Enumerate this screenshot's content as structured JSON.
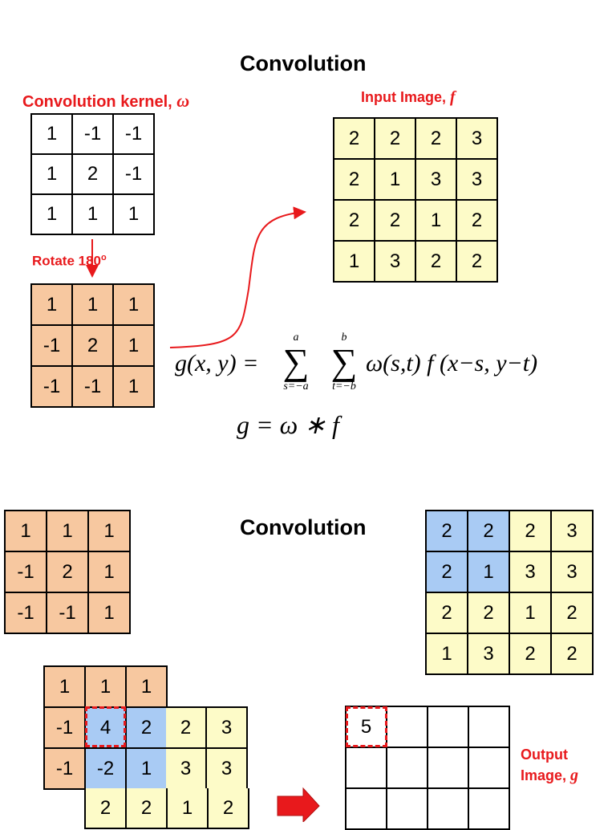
{
  "top": {
    "title": "Convolution",
    "kernel_label_text": "Convolution kernel, ",
    "kernel_label_symbol": "ω",
    "input_label_text": "Input Image, ",
    "input_label_symbol": "f",
    "rotate_label": "Rotate 180",
    "rotate_sup": "o",
    "kernel": [
      [
        "1",
        "-1",
        "-1"
      ],
      [
        "1",
        "2",
        "-1"
      ],
      [
        "1",
        "1",
        "1"
      ]
    ],
    "rotated_kernel": [
      [
        "1",
        "1",
        "1"
      ],
      [
        "-1",
        "2",
        "1"
      ],
      [
        "-1",
        "-1",
        "1"
      ]
    ],
    "input_image": [
      [
        "2",
        "2",
        "2",
        "3"
      ],
      [
        "2",
        "1",
        "3",
        "3"
      ],
      [
        "2",
        "2",
        "1",
        "2"
      ],
      [
        "1",
        "3",
        "2",
        "2"
      ]
    ],
    "formula": {
      "lhs": "g(x, y) =",
      "sum1_top": "a",
      "sum1_bottom": "s=−a",
      "sum2_top": "b",
      "sum2_bottom": "t=−b",
      "rhs": "ω(s,t) f (x−s, y−t)",
      "short": "g = ω ∗ f"
    }
  },
  "bottom": {
    "title": "Convolution",
    "kernel": [
      [
        "1",
        "1",
        "1"
      ],
      [
        "-1",
        "2",
        "1"
      ],
      [
        "-1",
        "-1",
        "1"
      ]
    ],
    "input_image": [
      [
        "2",
        "2",
        "2",
        "3"
      ],
      [
        "2",
        "1",
        "3",
        "3"
      ],
      [
        "2",
        "2",
        "1",
        "2"
      ],
      [
        "1",
        "3",
        "2",
        "2"
      ]
    ],
    "overlap": [
      [
        "1",
        "1",
        "1",
        "",
        ""
      ],
      [
        "-1",
        "4",
        "2",
        "2",
        "3"
      ],
      [
        "-1",
        "-2",
        "1",
        "3",
        "3"
      ],
      [
        "",
        "2",
        "2",
        "1",
        "2"
      ]
    ],
    "output_first": "5",
    "output_label_line1": "Output",
    "output_label_line2_text": "Image, ",
    "output_label_symbol": "g"
  },
  "colors": {
    "red": "#e8191c",
    "orange_cell": "#f7c8a0",
    "yellow_cell": "#fdfbc8",
    "blue_cell": "#a9cbf4"
  }
}
